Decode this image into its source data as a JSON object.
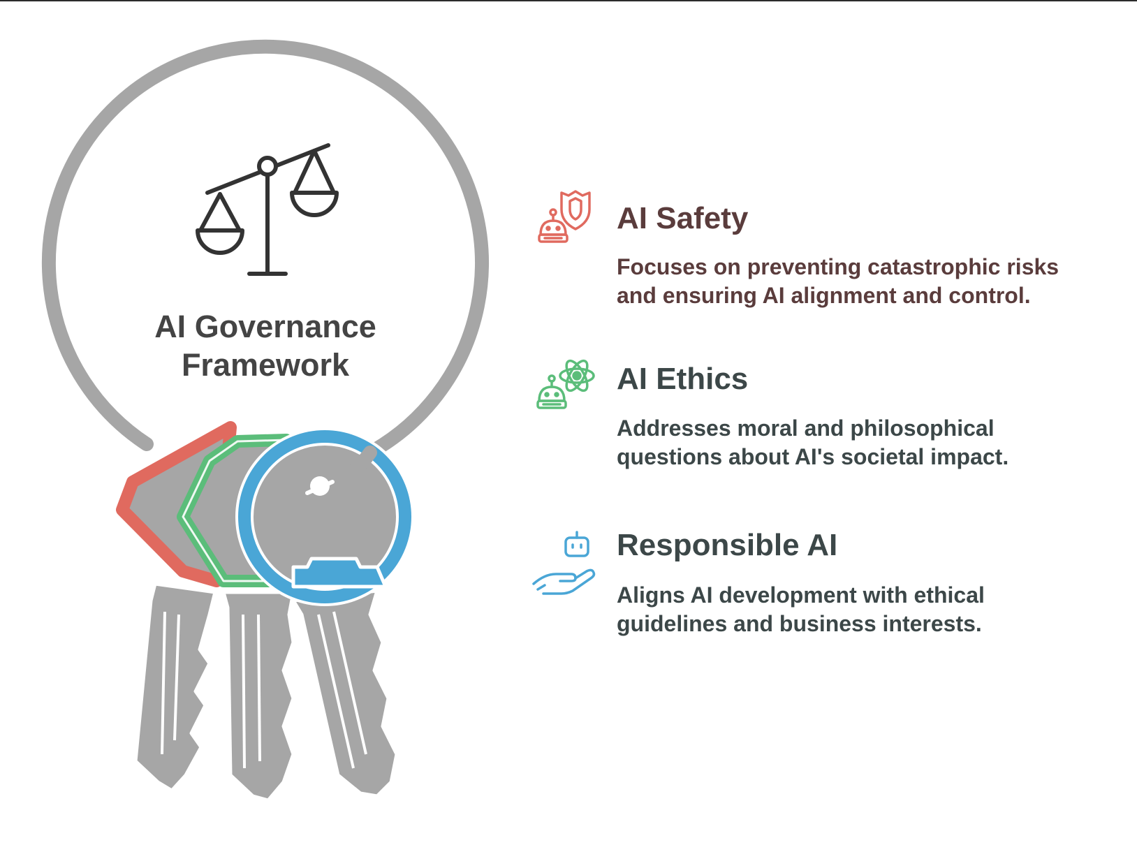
{
  "center": {
    "title_line1": "AI Governance",
    "title_line2": "Framework",
    "icon": "balance-scale-icon"
  },
  "colors": {
    "safety": "#e06a5f",
    "ethics": "#5bbd7a",
    "responsible": "#4aa6d6",
    "ring": "#a6a6a6",
    "title_safety": "#5a3c3c",
    "title_other": "#3c4748"
  },
  "items": [
    {
      "title": "AI Safety",
      "desc_line1": "Focuses on preventing catastrophic risks",
      "desc_line2": "and ensuring AI alignment and control.",
      "icon": "robot-shield-icon"
    },
    {
      "title": "AI Ethics",
      "desc_line1": "Addresses moral and philosophical",
      "desc_line2": "questions about AI's societal impact.",
      "icon": "robot-atom-icon"
    },
    {
      "title": "Responsible AI",
      "desc_line1": "Aligns AI development with ethical",
      "desc_line2": "guidelines and business interests.",
      "icon": "robot-hand-icon"
    }
  ]
}
